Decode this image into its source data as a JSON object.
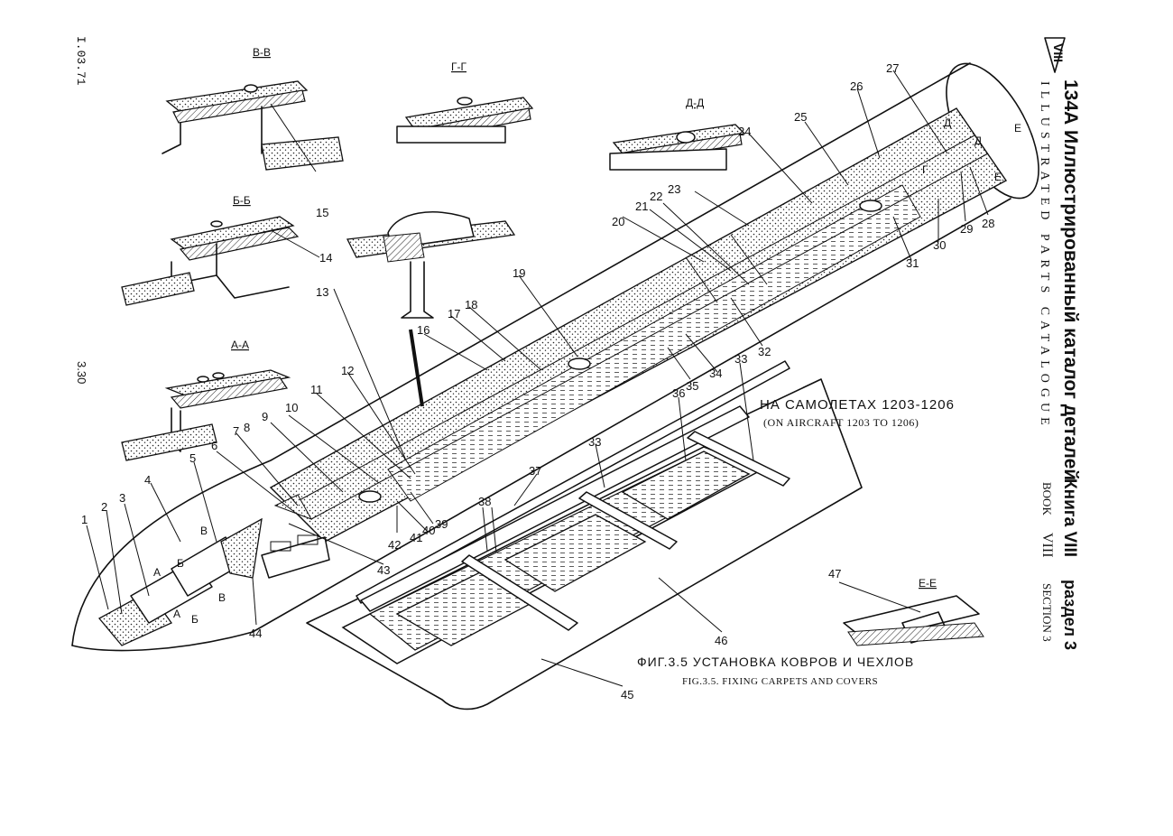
{
  "document": {
    "doc_code": "I.03.71",
    "page_number": "3.30",
    "header": {
      "logo_text": "VIII",
      "title_ru": "134А Иллюстрированный каталог деталей",
      "title_en": "ILLUSTRATED PARTS CATALOGUE",
      "book_ru": "Книга VIII",
      "book_en": "BOOK",
      "book_num": "VIII",
      "section_ru": "раздел 3",
      "section_en": "SECTION 3"
    },
    "figure": {
      "aircraft_note_ru": "НА САМОЛЕТАХ 1203-1206",
      "aircraft_note_en": "(ON AIRCRAFT 1203 TO 1206)",
      "caption_ru": "ФИГ.3.5 УСТАНОВКА КОВРОВ И ЧЕХЛОВ",
      "caption_en": "FIG.3.5. FIXING CARPETS AND COVERS"
    },
    "section_views": [
      "В-В",
      "Г-Г",
      "Д-Д",
      "Б-Б",
      "А-А",
      "Е-Е"
    ],
    "callouts": [
      "1",
      "2",
      "3",
      "4",
      "5",
      "6",
      "7",
      "8",
      "9",
      "10",
      "11",
      "12",
      "13",
      "14",
      "15",
      "16",
      "17",
      "18",
      "19",
      "20",
      "21",
      "22",
      "23",
      "24",
      "25",
      "26",
      "27",
      "28",
      "29",
      "30",
      "31",
      "32",
      "33",
      "34",
      "35",
      "36",
      "37",
      "38",
      "39",
      "40",
      "41",
      "42",
      "43",
      "44",
      "45",
      "46",
      "47"
    ],
    "section_marks": [
      "А",
      "А",
      "Б",
      "Б",
      "В",
      "В",
      "Г",
      "Д",
      "Д",
      "Е",
      "Е"
    ]
  },
  "colors": {
    "ink": "#111111",
    "paper": "#ffffff"
  }
}
